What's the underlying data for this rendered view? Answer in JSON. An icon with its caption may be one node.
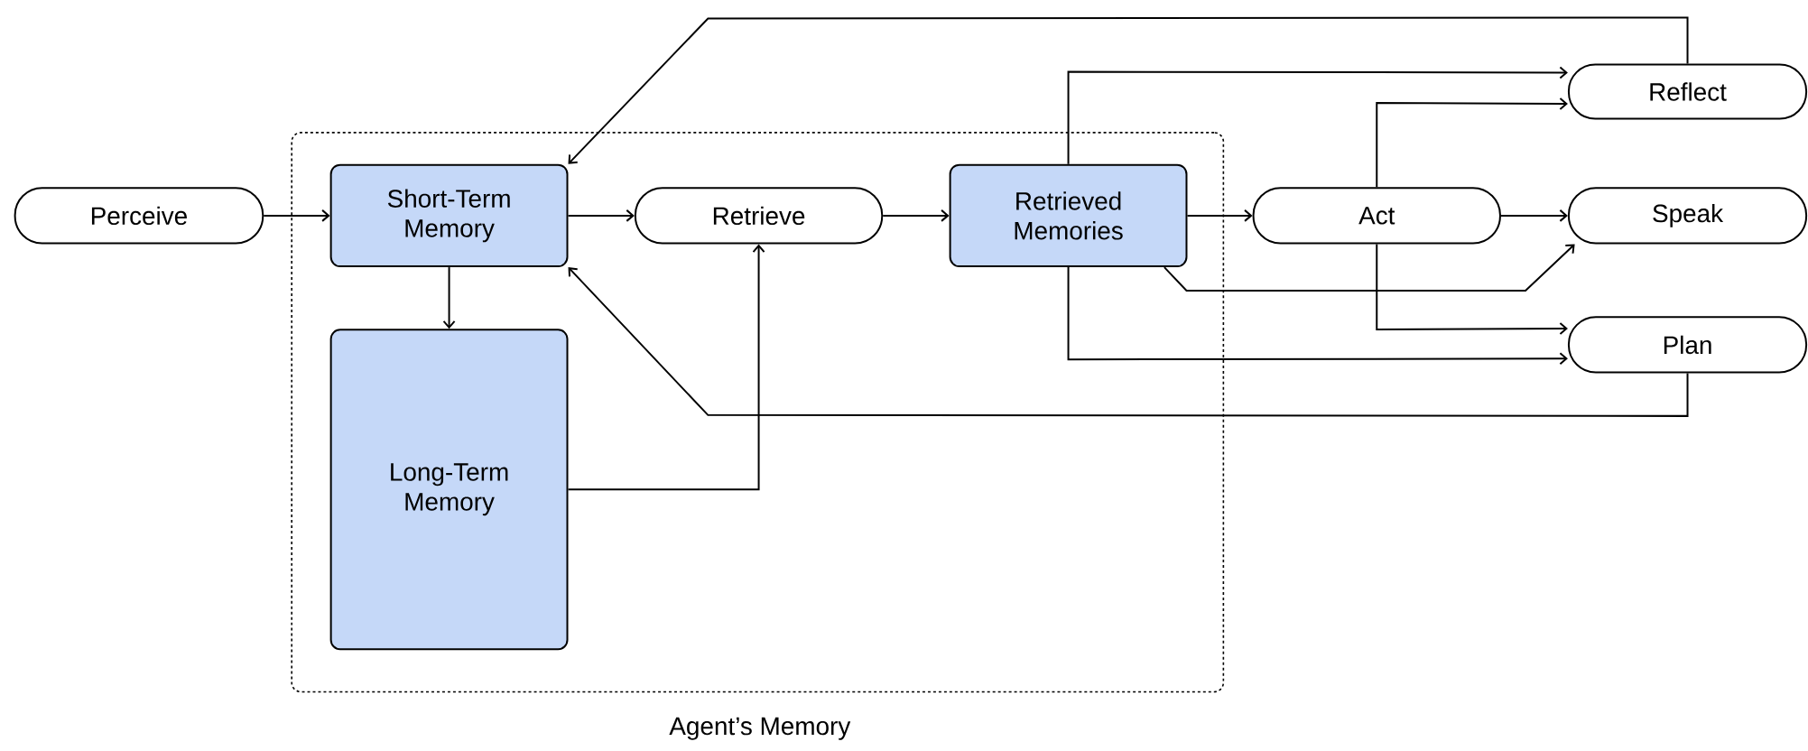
{
  "diagram": {
    "nodes": [
      {
        "text": [
          "Agent’s Memory"
        ]
      },
      {
        "text": [
          "Perceive"
        ]
      },
      {
        "text": [
          "Short-Term Memory"
        ],
        "in": 0
      },
      {
        "text": [
          "Long-Term Memory"
        ],
        "in": 0
      },
      {
        "text": [
          "Retrieve"
        ],
        "in": 0
      },
      {
        "text": [
          "Retrieved Memories"
        ],
        "in": 0
      },
      {
        "text": [
          "Act"
        ]
      },
      {
        "text": [
          "Reflect"
        ]
      },
      {
        "text": [
          "Speak"
        ]
      },
      {
        "text": [
          "Plan"
        ]
      }
    ],
    "edges": [
      {
        "from": 1,
        "to": 2,
        "arrow": "to"
      },
      {
        "from": 2,
        "to": 4,
        "arrow": "to"
      },
      {
        "from": 2,
        "to": 3,
        "arrow": "to"
      },
      {
        "from": 3,
        "to": 4,
        "arrow": "to"
      },
      {
        "from": 4,
        "to": 5,
        "arrow": "to"
      },
      {
        "from": 5,
        "to": 6,
        "arrow": "to"
      },
      {
        "from": 5,
        "to": 7,
        "arrow": "to"
      },
      {
        "from": 5,
        "to": 8,
        "arrow": "to"
      },
      {
        "from": 5,
        "to": 9,
        "arrow": "to"
      },
      {
        "from": 6,
        "to": 7,
        "arrow": "to"
      },
      {
        "from": 6,
        "to": 8,
        "arrow": "to"
      },
      {
        "from": 6,
        "to": 9,
        "arrow": "to"
      },
      {
        "from": 7,
        "to": 2,
        "arrow": "to"
      },
      {
        "from": 9,
        "to": 2,
        "arrow": "to"
      }
    ]
  }
}
